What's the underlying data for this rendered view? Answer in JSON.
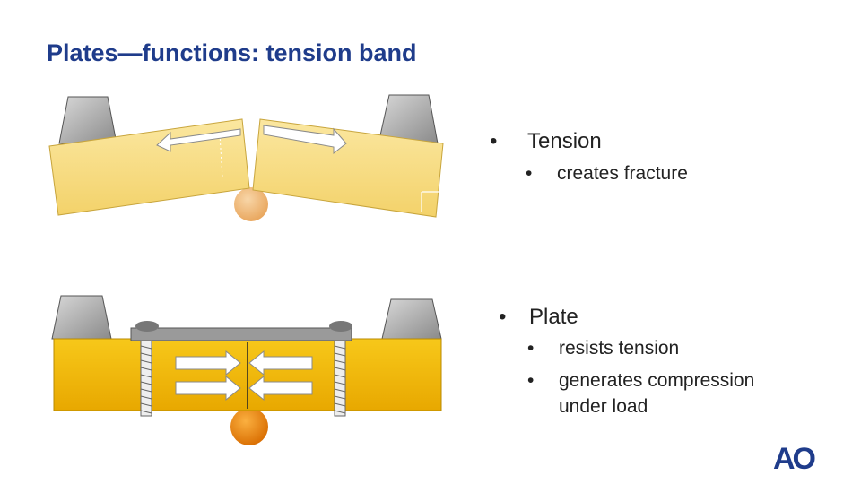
{
  "slide": {
    "title": "Plates—functions: tension band",
    "bullet_glyph": "•",
    "section1": {
      "heading": "Tension",
      "items": [
        "creates fracture"
      ]
    },
    "section2": {
      "heading": "Plate",
      "items": [
        "resists tension",
        "generates compression",
        "under load"
      ]
    },
    "logo": "AO"
  },
  "colors": {
    "title": "#1f3c8b",
    "bone_light": "#f7dc7d",
    "bone_dark": "#f2b800",
    "support_gray": "#a8a8a8",
    "fulcrum_light": "#f0b26a",
    "fulcrum_dark": "#e88a10"
  },
  "icons": [
    "double-arrow-icon",
    "screw-icon",
    "support-block-icon",
    "fulcrum-ball-icon",
    "ao-logo"
  ]
}
